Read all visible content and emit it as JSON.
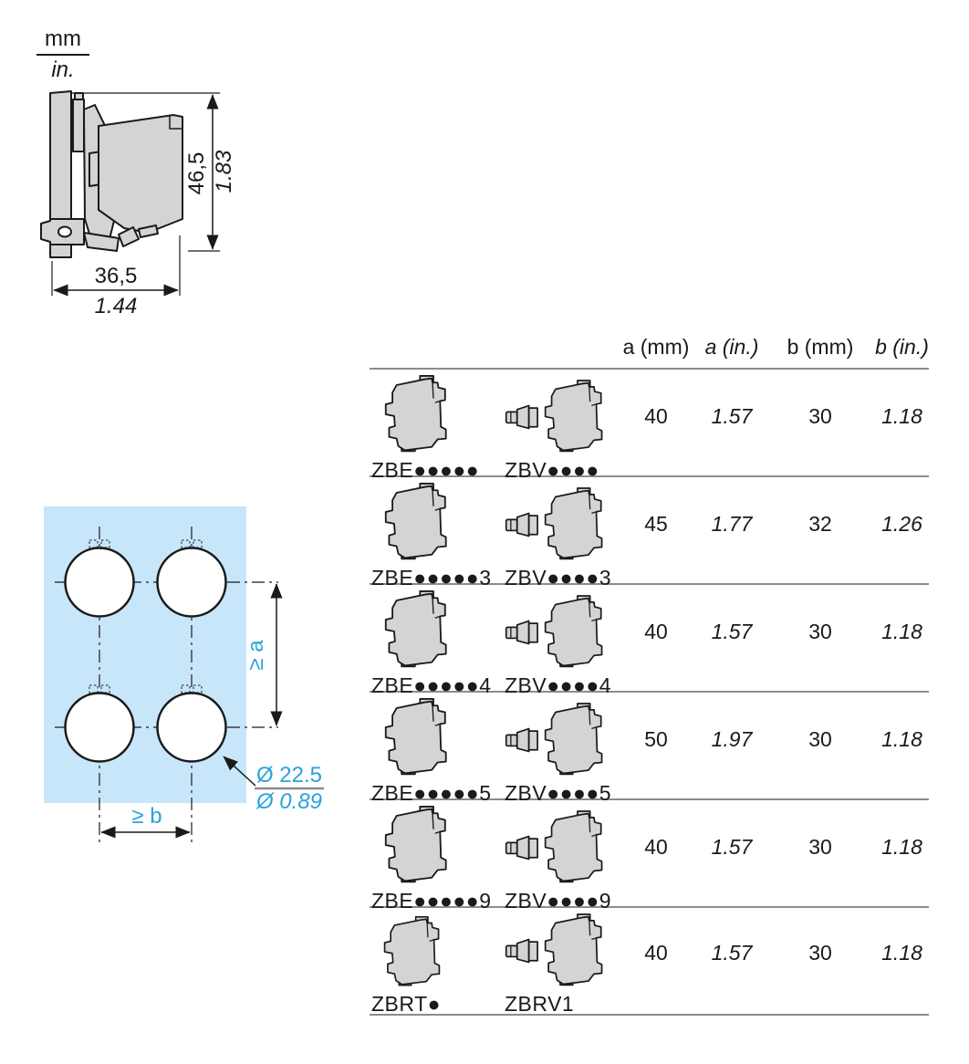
{
  "colors": {
    "accent_cyan": "#2aa2dc",
    "panel_blue": "#c8e6fa",
    "drawing_fill": "#d3d4d6",
    "line_black": "#1a1a1a",
    "rule_gray": "#8c8c8c"
  },
  "units_legend": {
    "metric": "mm",
    "imperial": "in."
  },
  "side_view_drawing": {
    "height_mm": "46,5",
    "height_in": "1.83",
    "width_mm": "36,5",
    "width_in": "1.44"
  },
  "drilling_diagram": {
    "vertical_spacing_label": "≥ a",
    "horizontal_spacing_label": "≥ b",
    "hole_diameter_mm": "Ø 22.5",
    "hole_diameter_in": "Ø 0.89"
  },
  "dimensions_table": {
    "headers": [
      "a (mm)",
      "a (in.)",
      "b (mm)",
      "b (in.)"
    ],
    "rows": [
      {
        "product_left": "ZBE●●●●●",
        "product_right": "ZBV●●●●",
        "a_mm": "40",
        "a_in": "1.57",
        "b_mm": "30",
        "b_in": "1.18"
      },
      {
        "product_left": "ZBE●●●●●3",
        "product_right": "ZBV●●●●3",
        "a_mm": "45",
        "a_in": "1.77",
        "b_mm": "32",
        "b_in": "1.26"
      },
      {
        "product_left": "ZBE●●●●●4",
        "product_right": "ZBV●●●●4",
        "a_mm": "40",
        "a_in": "1.57",
        "b_mm": "30",
        "b_in": "1.18"
      },
      {
        "product_left": "ZBE●●●●●5",
        "product_right": "ZBV●●●●5",
        "a_mm": "50",
        "a_in": "1.97",
        "b_mm": "30",
        "b_in": "1.18"
      },
      {
        "product_left": "ZBE●●●●●9",
        "product_right": "ZBV●●●●9",
        "a_mm": "40",
        "a_in": "1.57",
        "b_mm": "30",
        "b_in": "1.18"
      },
      {
        "product_left": "ZBRT●",
        "product_right": "ZBRV1",
        "a_mm": "40",
        "a_in": "1.57",
        "b_mm": "30",
        "b_in": "1.18"
      }
    ]
  }
}
